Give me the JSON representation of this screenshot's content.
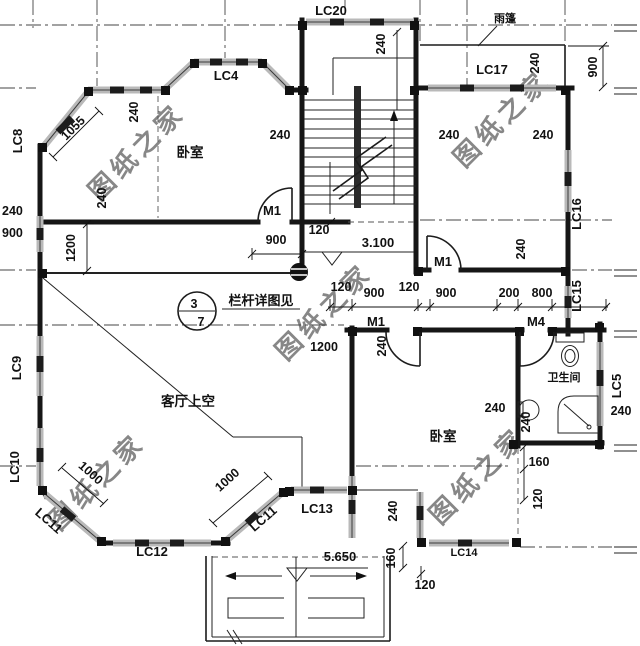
{
  "watermark": {
    "text": "图纸之家",
    "color": "#4e9a45"
  },
  "rooms": {
    "bedroom": "卧室",
    "living_void": "客厅上空",
    "bathroom": "卫生间"
  },
  "windows": {
    "lc4": "LC4",
    "lc5": "LC5",
    "lc8": "LC8",
    "lc9": "LC9",
    "lc10": "LC10",
    "lc11": "LC11",
    "lc12": "LC12",
    "lc13": "LC13",
    "lc14": "LC14",
    "lc15": "LC15",
    "lc16": "LC16",
    "lc17": "LC17",
    "lc20": "LC20"
  },
  "doors": {
    "m1": "M1",
    "m4": "M4"
  },
  "levels": {
    "floor": "3.100",
    "terrace": "5.650"
  },
  "annotations": {
    "canopy": "雨篷",
    "railing_note": "栏杆详图见",
    "detail_no": "3",
    "detail_sheet": "7"
  },
  "dims": {
    "v120": "120",
    "v160": "160",
    "v200": "200",
    "v240": "240",
    "v800": "800",
    "v900": "900",
    "v1000": "1000",
    "v1055": "1055",
    "v1200": "1200"
  }
}
